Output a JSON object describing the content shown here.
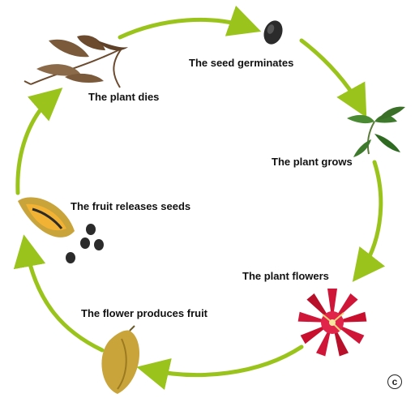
{
  "stages": [
    {
      "label": "The seed germinates",
      "icon": "seed-icon"
    },
    {
      "label": "The plant grows",
      "icon": "seedling-icon"
    },
    {
      "label": "The plant flowers",
      "icon": "flower-icon"
    },
    {
      "label": "The flower produces fruit",
      "icon": "fruit-icon"
    },
    {
      "label": "The fruit releases seeds",
      "icon": "open-fruit-icon"
    },
    {
      "label": "The plant dies",
      "icon": "dead-plant-icon"
    }
  ],
  "copyright_symbol": "c",
  "colors": {
    "arrow": "#9ac41c",
    "text": "#111111",
    "seed": "#2b2b2b",
    "leaf": "#3e7a2c",
    "flower": "#d01638",
    "fruit": "#c9a43a",
    "dead_plant": "#6b4a2e"
  }
}
